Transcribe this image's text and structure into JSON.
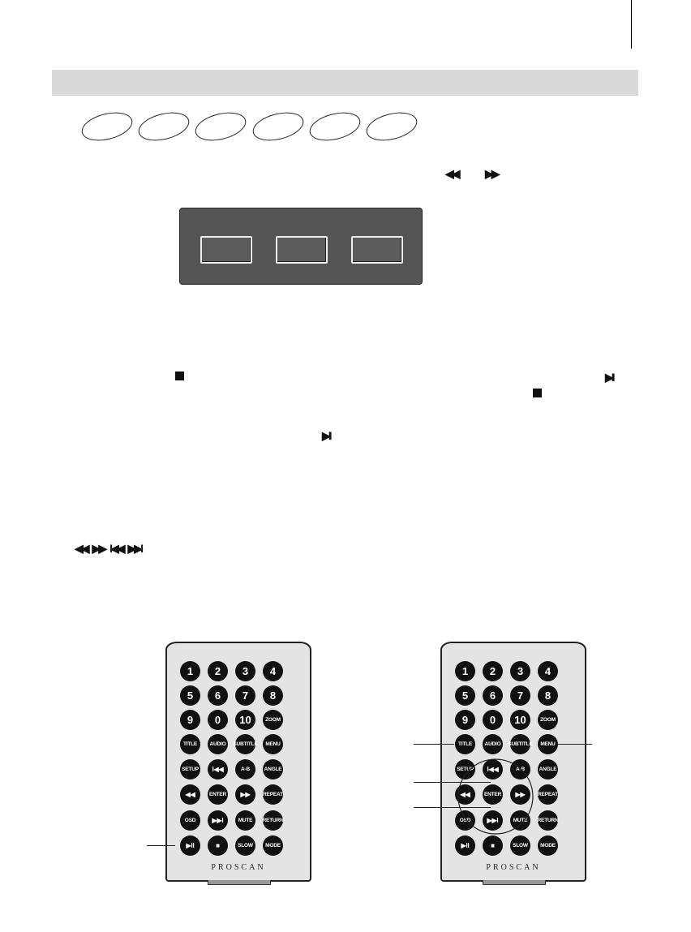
{
  "symbols": {
    "rew": "◀◀",
    "ff": "▶▶",
    "play_pause": "▶II",
    "sequence": [
      "◀◀",
      "▶▶",
      "I◀◀",
      "▶▶I"
    ]
  },
  "remote_buttons": [
    [
      "1",
      "2",
      "3",
      "4"
    ],
    [
      "5",
      "6",
      "7",
      "8"
    ],
    [
      "9",
      "0",
      "10",
      "ZOOM"
    ],
    [
      "TITLE",
      "AUDIO",
      "SUBTITLE",
      "MENU"
    ],
    [
      "SETUP",
      "I◀◀",
      "A-B",
      "ANGLE"
    ],
    [
      "◀◀",
      "ENTER",
      "▶▶",
      "REPEAT"
    ],
    [
      "OSD",
      "▶▶I",
      "MUTE",
      "RETURN"
    ],
    [
      "▶II",
      "■",
      "SLOW",
      "MODE"
    ]
  ],
  "brand": "PROSCAN"
}
